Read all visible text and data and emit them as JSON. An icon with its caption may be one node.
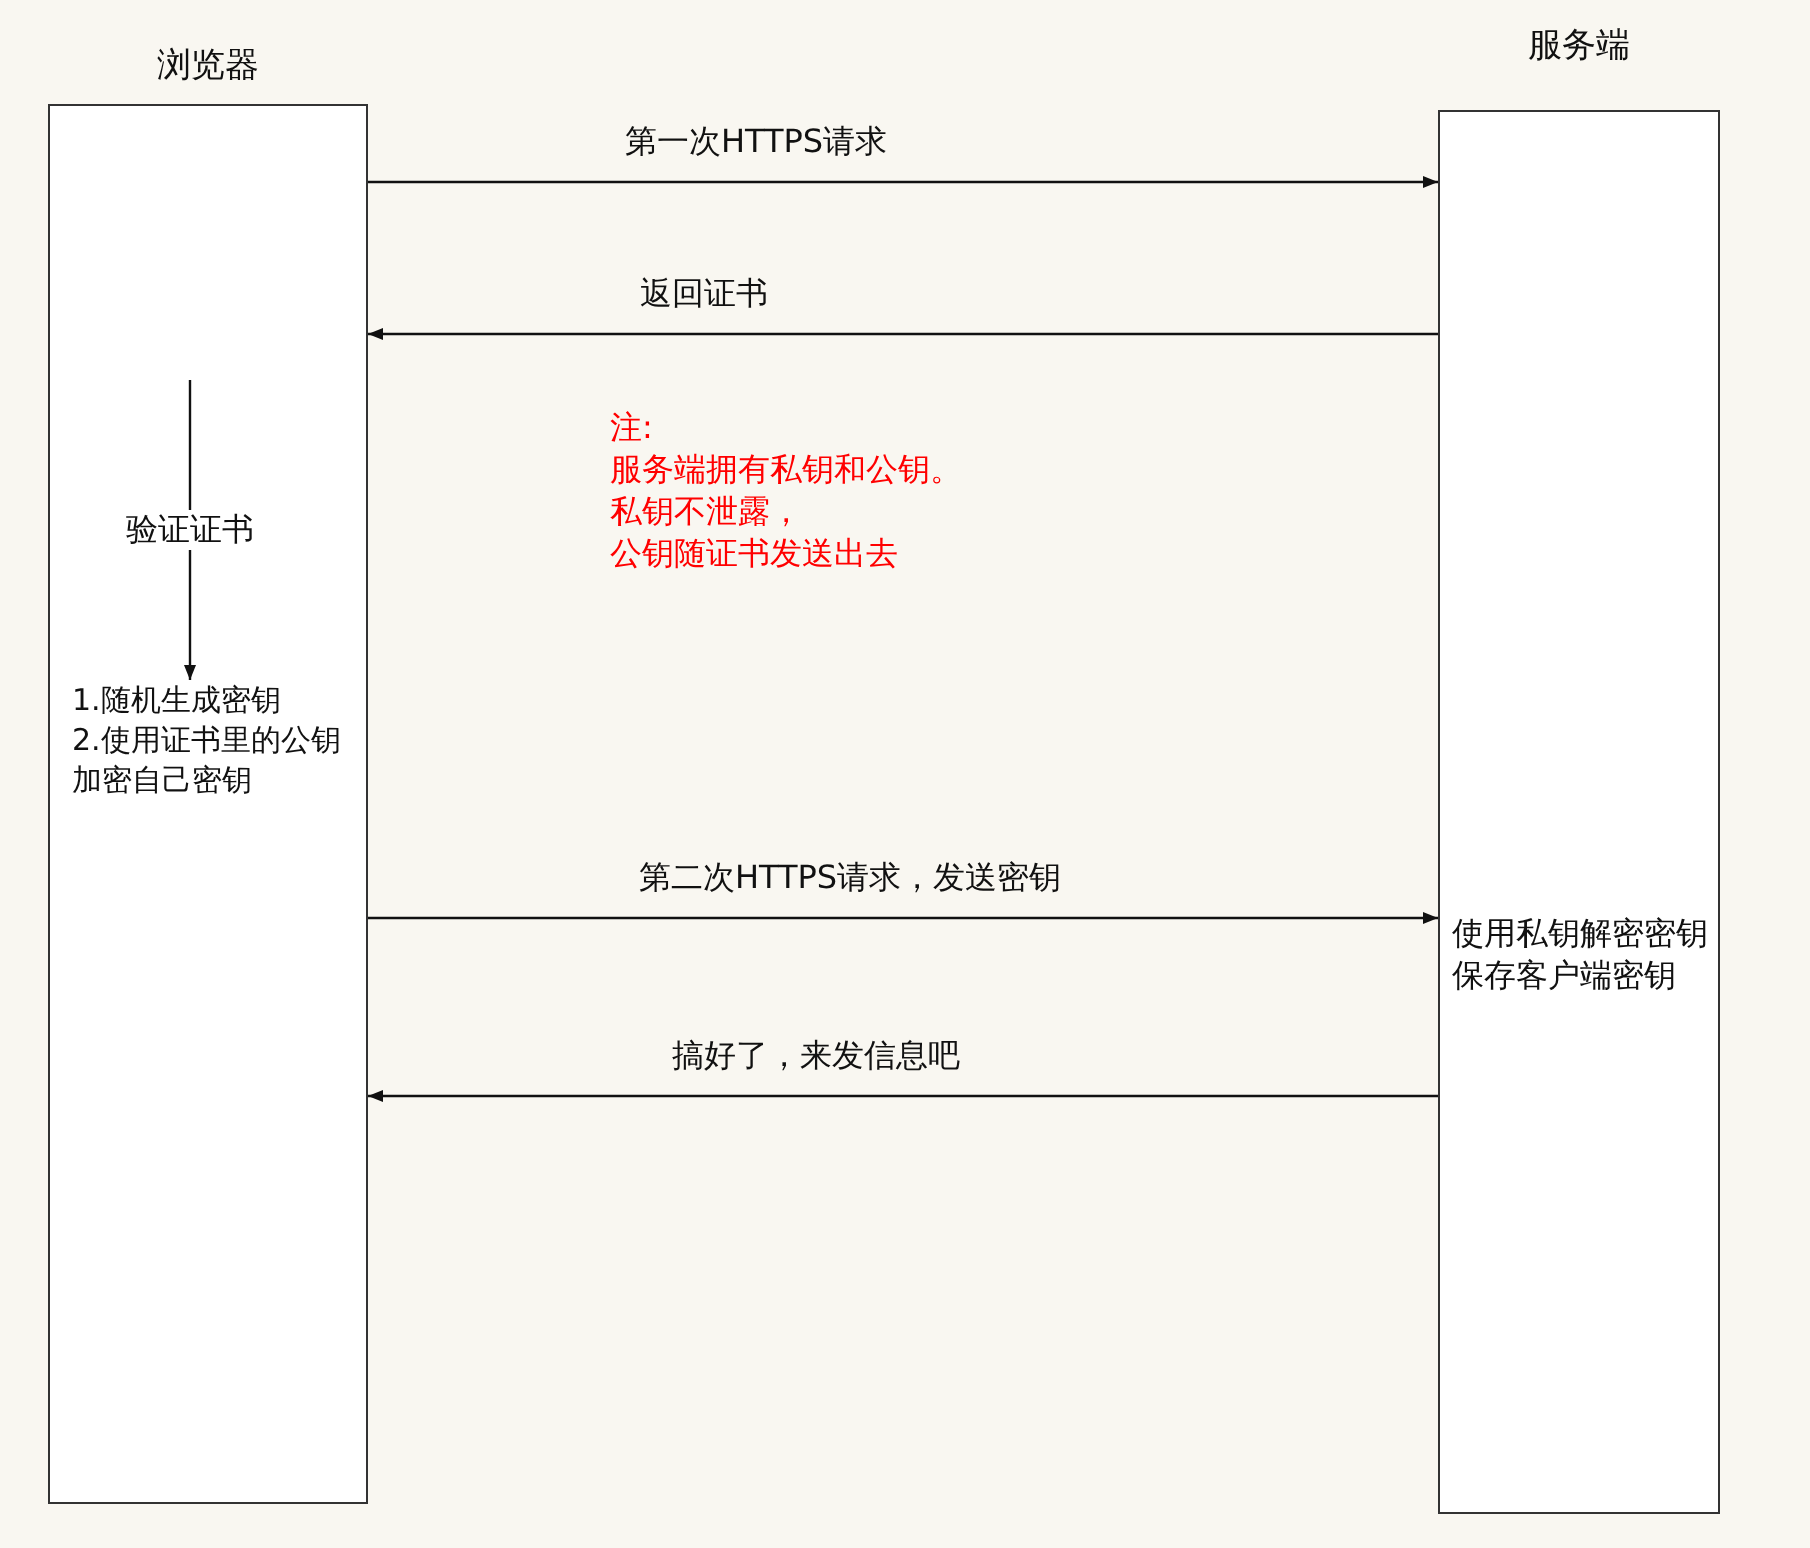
{
  "diagram": {
    "nodes": [
      {
        "text": [
          "浏览器"
        ]
      },
      {
        "text": [
          "服务端",
          "使用私钥解密密钥",
          "保存客户端密钥"
        ]
      },
      {
        "text": [
          "1.随机生成密钥",
          "2.使用证书里的公钥加密自己密钥"
        ],
        "in": 0
      }
    ],
    "edges": [
      {
        "from": 0,
        "to": 1,
        "arrow": "to",
        "label": "第一次HTTPS请求"
      },
      {
        "from": 1,
        "to": 0,
        "arrow": "to",
        "label": "返回证书"
      },
      {
        "from": null,
        "to": 2,
        "arrow": "to",
        "label": "验证证书"
      },
      {
        "from": 0,
        "to": 1,
        "arrow": "to",
        "label": "第二次HTTPS请求，发送密钥"
      },
      {
        "from": 1,
        "to": 0,
        "arrow": "to",
        "label": "搞好了，来发信息吧"
      }
    ],
    "labels": [
      "注:",
      "服务端拥有私钥和公钥。",
      "私钥不泄露，",
      "公钥随证书发送出去"
    ]
  }
}
